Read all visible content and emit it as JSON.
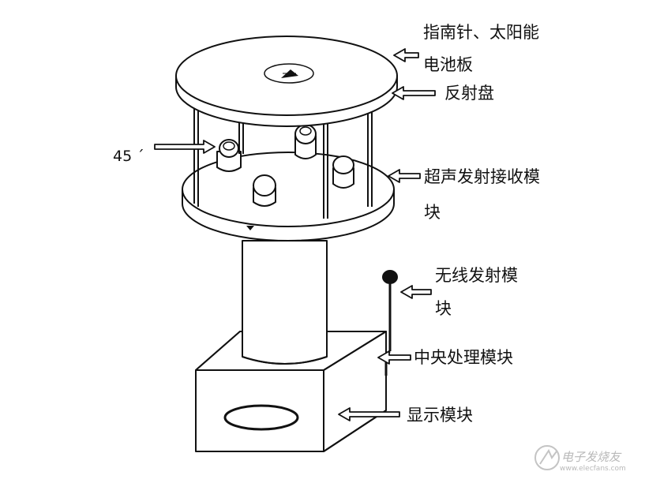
{
  "labels": {
    "compass_solar_line1": "指南针、太阳能",
    "compass_solar_line2": "电池板",
    "reflector": "反射盘",
    "ultrasonic_line1": "超声发射接收模",
    "ultrasonic_line2": "块",
    "wireless_line1": "无线发射模",
    "wireless_line2": "块",
    "cpu": "中央处理模块",
    "display": "显示模块",
    "angle": "45 ˊ"
  },
  "watermark": {
    "text": "电子发烧友",
    "url": "www.elecfans.com"
  },
  "colors": {
    "stroke": "#111111",
    "fill": "#ffffff",
    "dark": "#111111"
  }
}
